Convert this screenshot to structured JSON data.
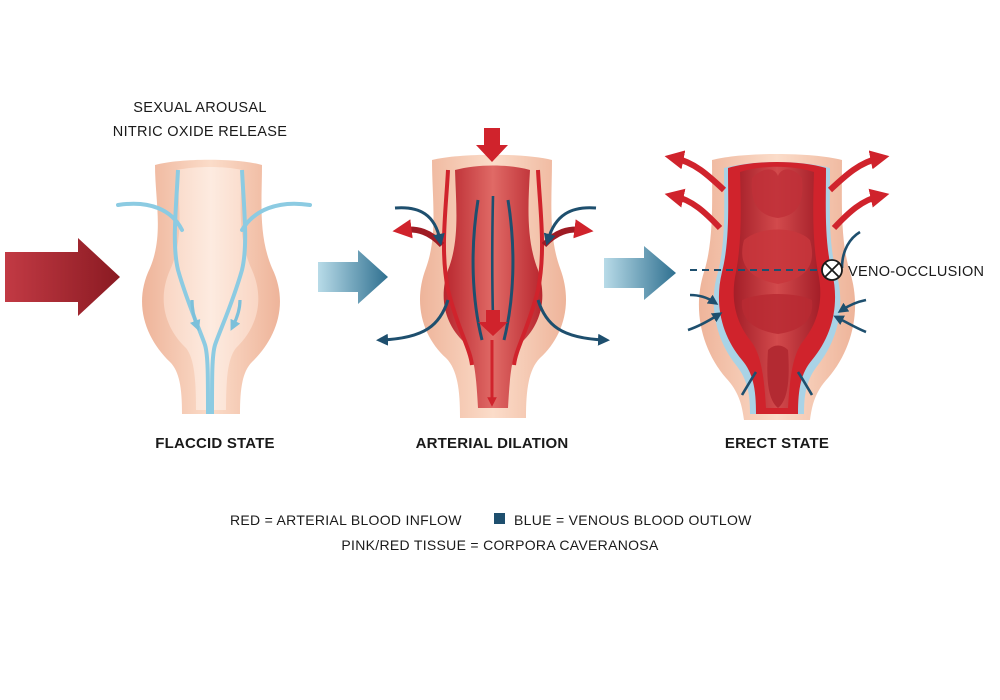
{
  "annotation": {
    "line1": "SEXUAL AROUSAL",
    "line2": "NITRIC OXIDE RELEASE"
  },
  "stages": [
    {
      "label": "FLACCID STATE"
    },
    {
      "label": "ARTERIAL DILATION"
    },
    {
      "label": "ERECT STATE"
    }
  ],
  "veno_occlusion_label": "VENO-OCCLUSION",
  "legend": {
    "red_text": "RED = ARTERIAL BLOOD INFLOW",
    "blue_text": "BLUE = VENOUS BLOOD OUTLOW",
    "tissue_text": "PINK/RED TISSUE = CORPORA CAVERANOSA"
  },
  "colors": {
    "arterial_red": "#c8202a",
    "dark_red": "#8e1620",
    "venous_blue": "#1e4f6e",
    "light_blue": "#8cc9e0",
    "skin_pink": "#f5c1a8",
    "tissue_red": "#c0383c"
  }
}
